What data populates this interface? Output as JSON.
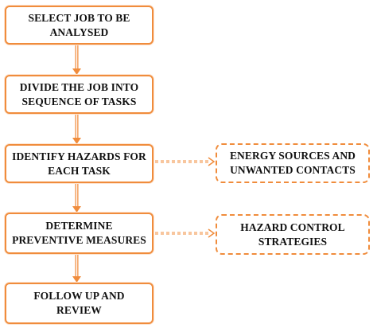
{
  "steps": [
    {
      "label": "SELECT JOB TO BE\nANALYSED"
    },
    {
      "label": "DIVIDE THE JOB INTO\nSEQUENCE OF TASKS"
    },
    {
      "label": "IDENTIFY HAZARDS FOR\nEACH TASK"
    },
    {
      "label": "DETERMINE\nPREVENTIVE MEASURES"
    },
    {
      "label": "FOLLOW UP AND\nREVIEW"
    }
  ],
  "side_notes": [
    {
      "label": "ENERGY SOURCES AND\nUNWANTED CONTACTS"
    },
    {
      "label": "HAZARD CONTROL\nSTRATEGIES"
    }
  ],
  "colors": {
    "accent": "#f08c3c",
    "text": "#111111",
    "background": "#ffffff"
  }
}
